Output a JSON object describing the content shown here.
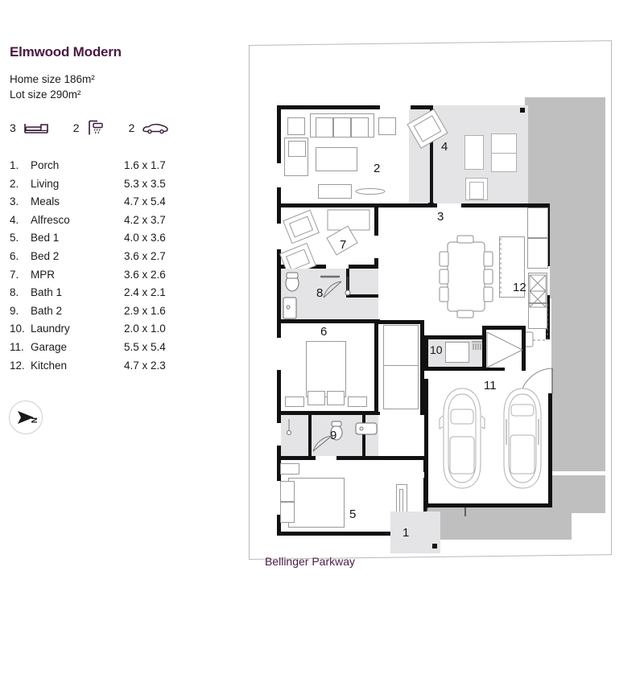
{
  "header": {
    "title": "Elmwood Modern",
    "home_size": "Home size 186m²",
    "lot_size": "Lot size 290m²"
  },
  "specs": [
    {
      "count": "3",
      "icon": "bed-icon",
      "name": "bedrooms"
    },
    {
      "count": "2",
      "icon": "shower-icon",
      "name": "bathrooms"
    },
    {
      "count": "2",
      "icon": "car-icon",
      "name": "car-spaces"
    }
  ],
  "rooms": [
    {
      "index": "1.",
      "name": "Porch",
      "dimensions": "1.6 x 1.7"
    },
    {
      "index": "2.",
      "name": "Living",
      "dimensions": "5.3 x 3.5"
    },
    {
      "index": "3.",
      "name": "Meals",
      "dimensions": "4.7 x 5.4"
    },
    {
      "index": "4.",
      "name": "Alfresco",
      "dimensions": "4.2 x 3.7"
    },
    {
      "index": "5.",
      "name": "Bed 1",
      "dimensions": "4.0 x 3.6"
    },
    {
      "index": "6.",
      "name": "Bed 2",
      "dimensions": "3.6 x 2.7"
    },
    {
      "index": "7.",
      "name": "MPR",
      "dimensions": "3.6 x 2.6"
    },
    {
      "index": "8.",
      "name": "Bath 1",
      "dimensions": "2.4 x 2.1"
    },
    {
      "index": "9.",
      "name": "Bath 2",
      "dimensions": "2.9 x 1.6"
    },
    {
      "index": "10.",
      "name": "Laundry",
      "dimensions": "2.0 x 1.0"
    },
    {
      "index": "11.",
      "name": "Garage",
      "dimensions": "5.5 x 5.4"
    },
    {
      "index": "12.",
      "name": "Kitchen",
      "dimensions": "4.7 x 2.3"
    }
  ],
  "compass": {
    "label": "N"
  },
  "street": {
    "label": "Bellinger Parkway"
  },
  "plan_labels": {
    "n1": "1",
    "n2": "2",
    "n3": "3",
    "n4": "4",
    "n5": "5",
    "n6": "6",
    "n7": "7",
    "n8": "8",
    "n9": "9",
    "n10": "10",
    "n11": "11",
    "n12": "12"
  },
  "colors": {
    "brand_purple": "#4a1942",
    "wall_black": "#111111",
    "paving_gray": "#bfbfbf",
    "wet_area_gray": "#e4e3e5",
    "lot_outline": "#b9b9bd"
  }
}
